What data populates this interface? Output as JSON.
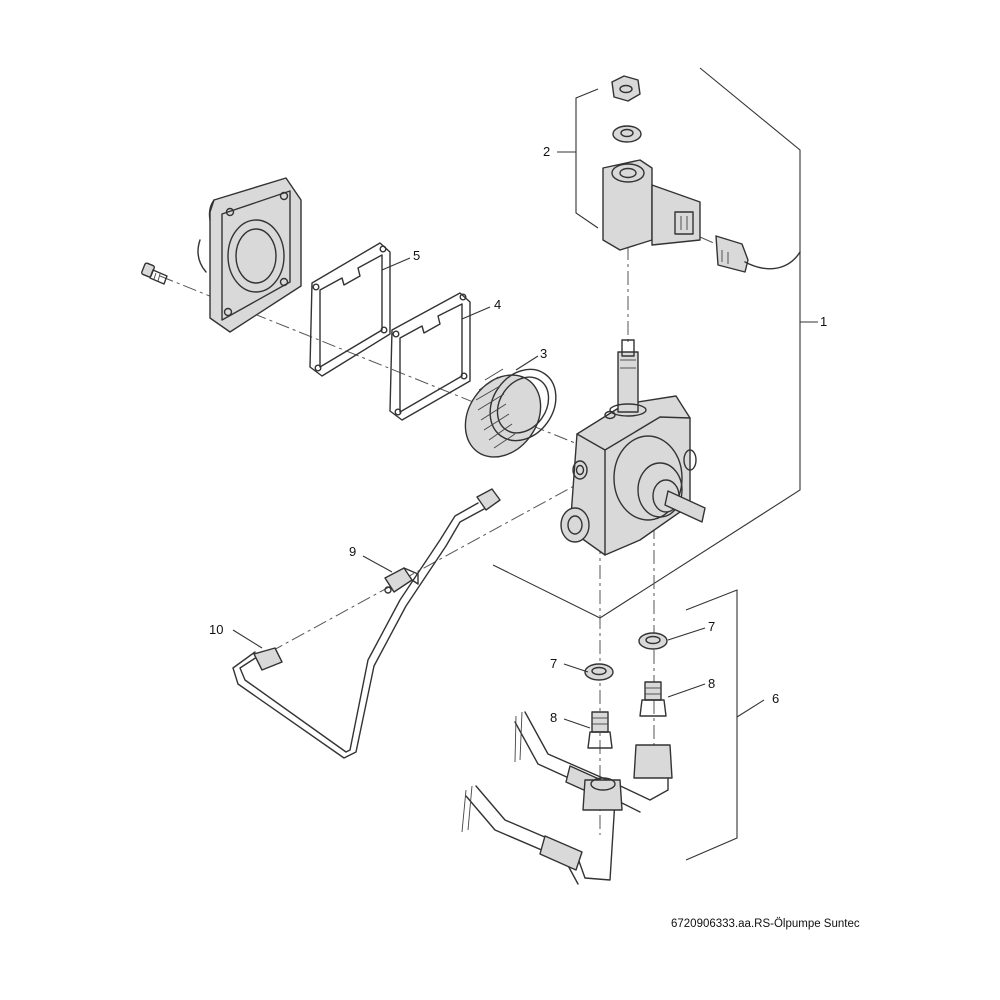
{
  "diagram": {
    "footer_caption": "6720906333.aa.RS-Ölpumpe Suntec",
    "callouts": {
      "c1": "1",
      "c2": "2",
      "c3": "3",
      "c4": "4",
      "c5": "5",
      "c6": "6",
      "c7a": "7",
      "c7b": "7",
      "c8a": "8",
      "c8b": "8",
      "c9": "9",
      "c10": "10"
    }
  }
}
